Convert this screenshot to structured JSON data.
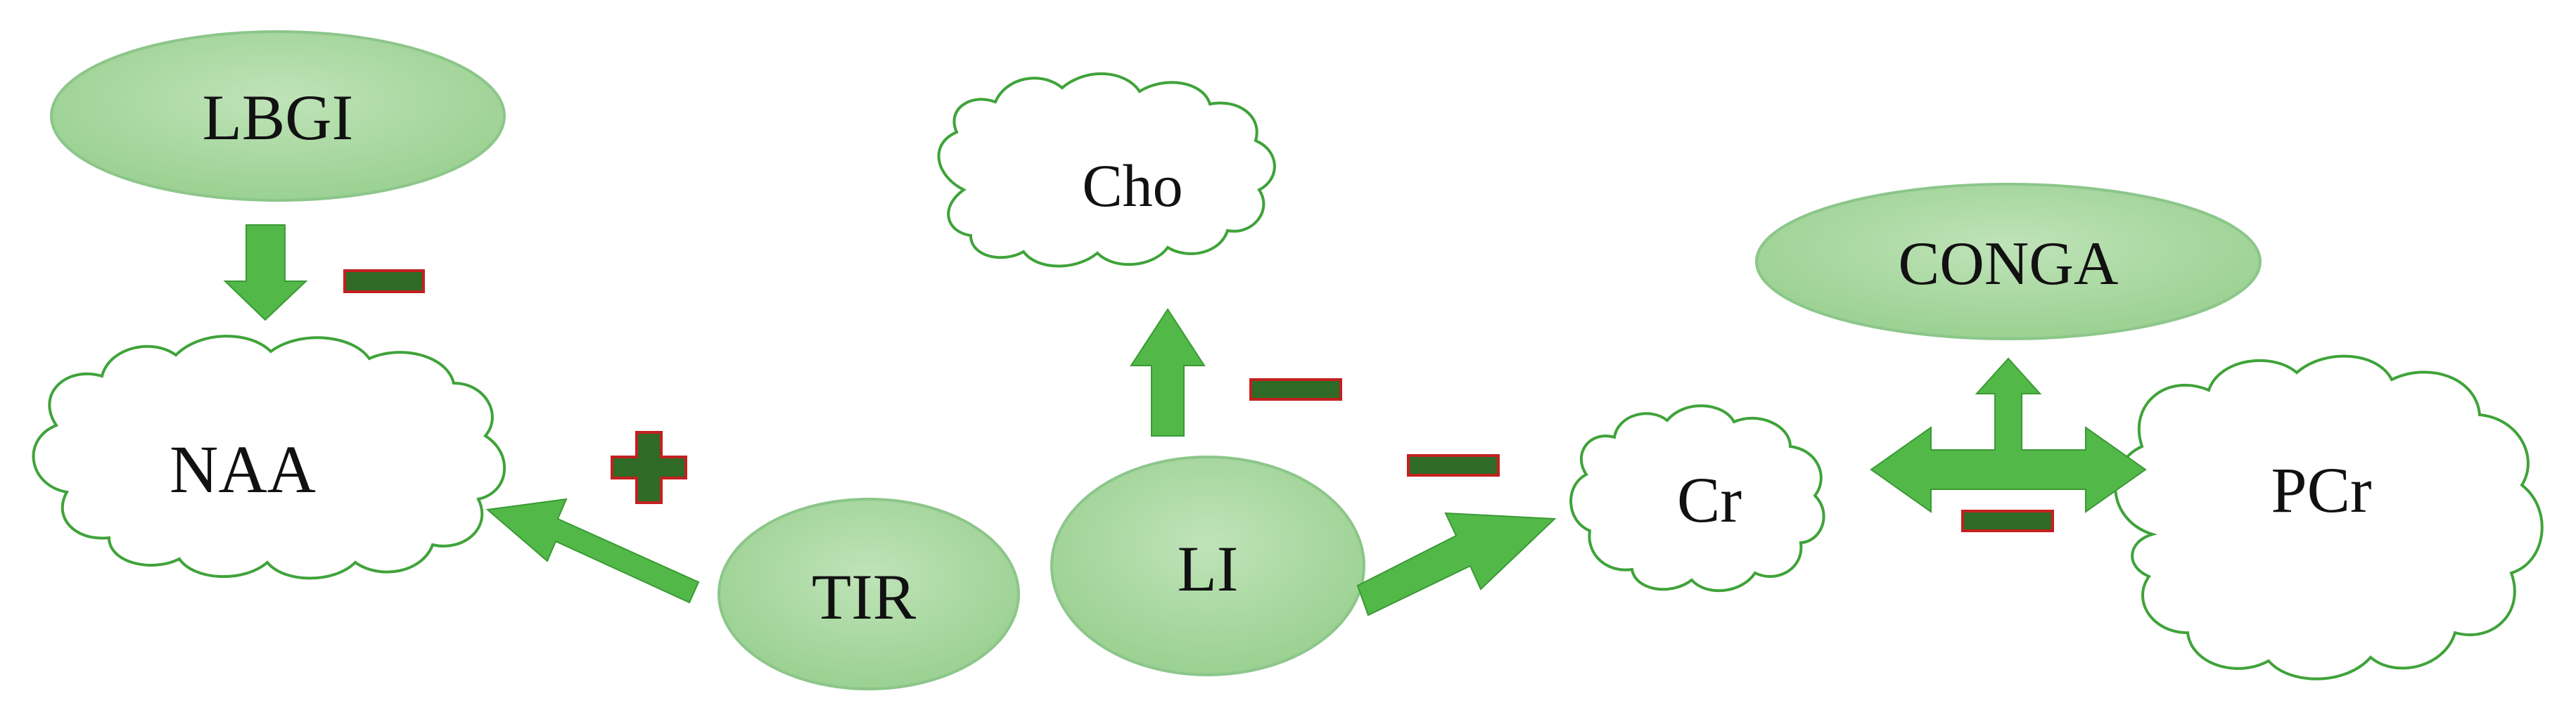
{
  "nodes": {
    "lbgi": "LBGI",
    "naa": "NAA",
    "cho": "Cho",
    "tir": "TIR",
    "li": "LI",
    "conga": "CONGA",
    "cr": "Cr",
    "pcr": "PCr"
  },
  "colors": {
    "ellipse_fill": "#a8d8a0",
    "arrow_fill": "#52b848",
    "cloud_stroke": "#3fa33a",
    "sign_fill": "#2f6a26",
    "sign_border": "#c32020"
  },
  "relations": [
    {
      "from": "LBGI",
      "to": "NAA",
      "sign": "negative"
    },
    {
      "from": "TIR",
      "to": "NAA",
      "sign": "positive"
    },
    {
      "from": "LI",
      "to": "Cho",
      "sign": "negative"
    },
    {
      "from": "LI",
      "to": "Cr",
      "sign": "negative"
    },
    {
      "from": "CONGA",
      "to": "Cr/PCr",
      "sign": "negative"
    }
  ]
}
